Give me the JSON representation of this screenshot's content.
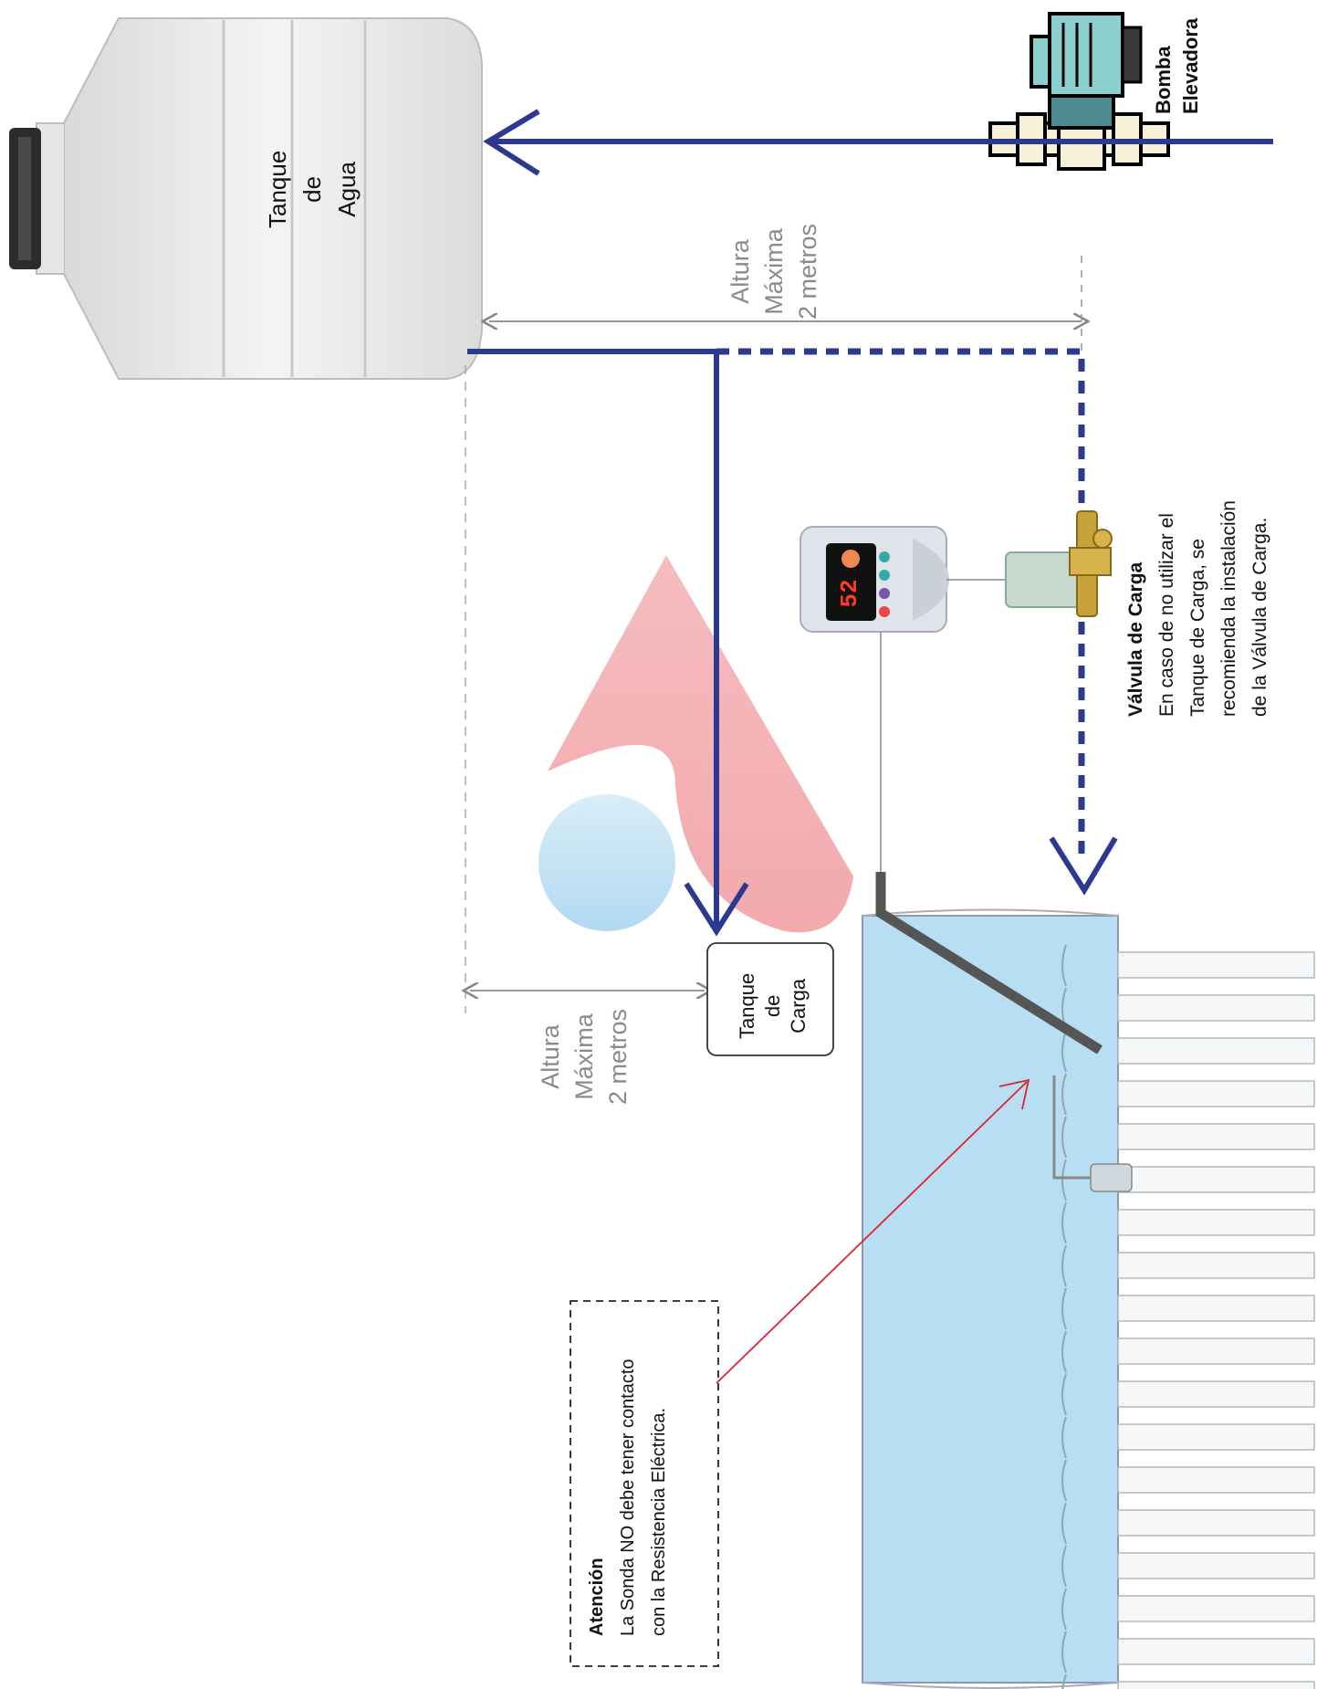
{
  "water_tank": {
    "label_line1": "Tanque",
    "label_line2": "de",
    "label_line3": "Agua"
  },
  "booster_pump": {
    "label_line1": "Bomba",
    "label_line2": "Elevadora"
  },
  "top_height": {
    "line1": "Altura",
    "line2": "Máxima",
    "line3": "2 metros"
  },
  "left_height": {
    "line1": "Altura",
    "line2": "Máxima",
    "line3": "2 metros"
  },
  "charge_tank": {
    "line1": "Tanque",
    "line2": "de",
    "line3": "Carga"
  },
  "charge_valve": {
    "title": "Válvula de Carga",
    "text_line1": "En caso de no utilizar el",
    "text_line2": "Tanque de Carga, se",
    "text_line3": "recomienda la instalación",
    "text_line4": "de la Válvula de Carga."
  },
  "attention": {
    "title": "Atención",
    "line1": "La Sonda NO debe tener contacto",
    "line2": "con la Resistencia Eléctrica."
  },
  "controller": {
    "display_value": "52"
  },
  "colors": {
    "pipe": "#2b3990",
    "heater_body": "#b7def2",
    "warning_arrow": "#e0232e",
    "logo_red": "#f2a6a8",
    "logo_blue": "#a9d6f0"
  }
}
